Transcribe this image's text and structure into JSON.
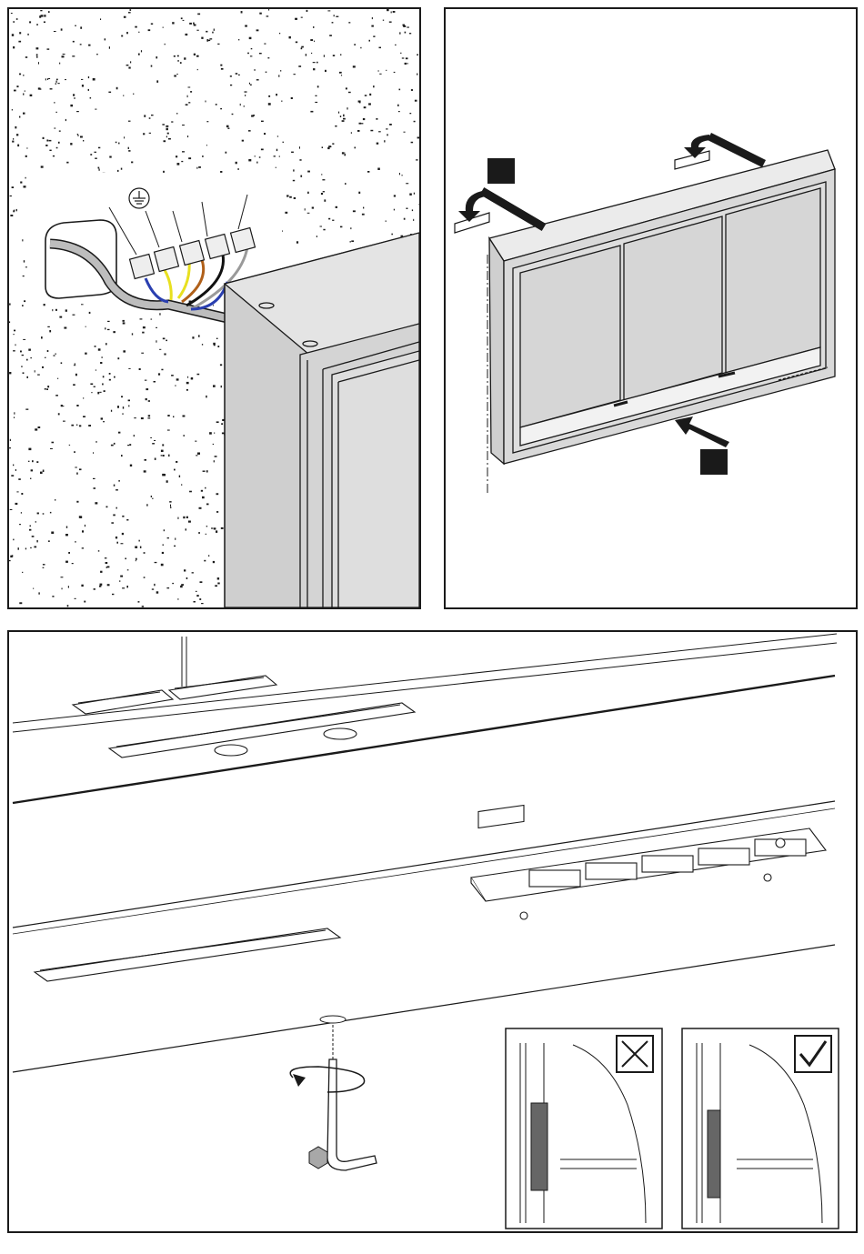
{
  "document": {
    "panels": [
      {
        "id": "wiring",
        "title": ""
      },
      {
        "id": "mounting",
        "title": ""
      },
      {
        "id": "detail",
        "title": ""
      }
    ]
  },
  "wiring": {
    "terminal_icons": [
      "earth-ground-icon"
    ],
    "wire_colors": {
      "neutral": "#2a3fb0",
      "earth": "#e8e020",
      "live_brown": "#b0601a",
      "live_black": "#111111",
      "live_grey": "#9a9a9a",
      "sheath": "#bdbdbd"
    }
  },
  "mounting": {
    "markers": [
      "step-marker-top",
      "step-marker-bottom"
    ]
  },
  "control_strip": {
    "icons": [
      "sensor-icon",
      "tap-light-icon",
      "sun-brightness-icon",
      "mirror-heating-icon",
      "display-icon",
      "power-icon"
    ]
  },
  "check": {
    "wrong_icon": "cross-box-icon",
    "right_icon": "check-box-icon"
  },
  "colors": {
    "line": "#1a1a1a",
    "wall_fill": "#ffffff",
    "cabinet_side": "#cfcfcf",
    "cabinet_front": "#d8d8d8",
    "mirror": "#dcdcdc",
    "marker": "#1a1a1a"
  }
}
